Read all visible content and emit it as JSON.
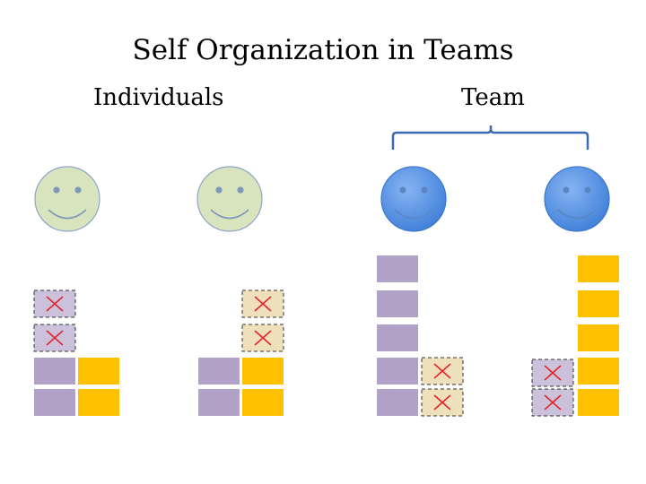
{
  "title": "Self Organization in Teams",
  "labels": {
    "individuals": "Individuals",
    "team": "Team"
  },
  "colors": {
    "individual_face": "#d7e4bd",
    "team_face": "#4f8fe6",
    "purple_block": "#b3a2c7",
    "yellow_block": "#ffc000",
    "crossed_purple_fill": "#ccc1da",
    "crossed_yellow_fill": "#efe0bc",
    "cross": "#e3242b",
    "brace": "#3b6bb5"
  }
}
